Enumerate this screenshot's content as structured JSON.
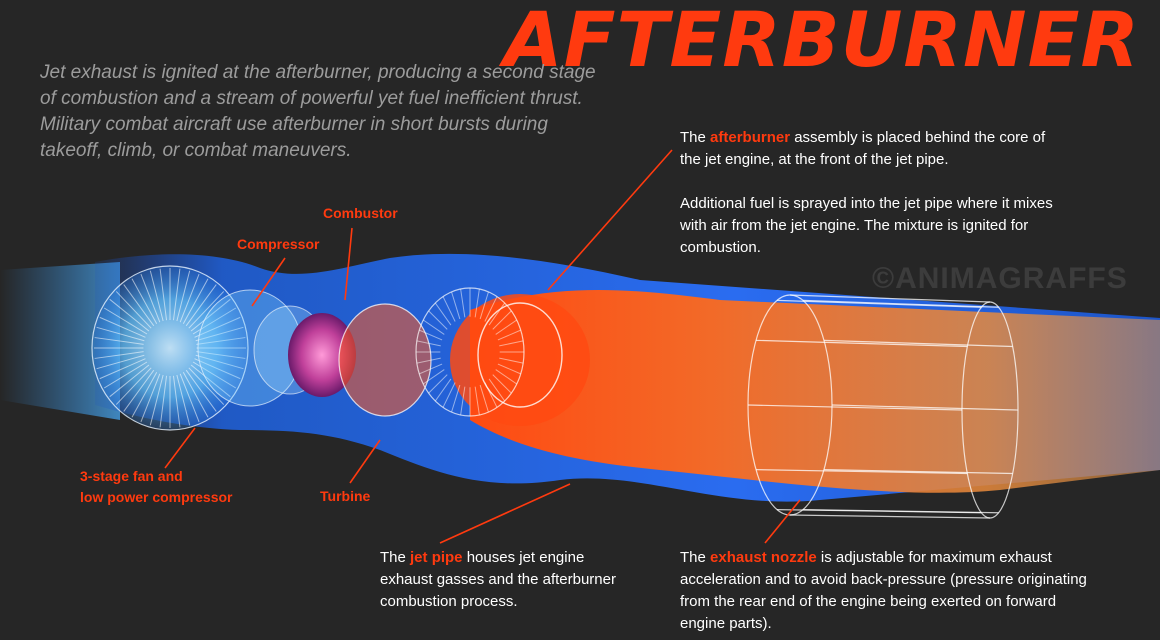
{
  "title": "AFTERBURNER",
  "intro": "Jet exhaust is ignited at the afterburner, producing a second stage of combustion and a stream of powerful yet fuel inefficient thrust. Military combat aircraft use afterburner in short bursts during takeoff, climb, or combat maneuvers.",
  "watermark": "©ANIMAGRAFFS",
  "labels": {
    "combustor": "Combustor",
    "compressor": "Compressor",
    "fan": [
      "3-stage fan and",
      "low power compressor"
    ],
    "turbine": "Turbine"
  },
  "notes": {
    "afterburner": {
      "pre": "The ",
      "hl": "afterburner",
      "post": " assembly is placed behind the core of the jet engine, at the front of the jet pipe.",
      "para2": "Additional fuel is sprayed into the jet pipe where it mixes with air from the jet engine. The mixture is ignited for combustion."
    },
    "jet_pipe": {
      "pre": "The ",
      "hl": "jet pipe",
      "post": " houses jet engine exhaust gasses and the afterburner combustion process."
    },
    "nozzle": {
      "pre": "The ",
      "hl": "exhaust nozzle",
      "post": " is adjustable for maximum exhaust acceleration and to avoid back-pressure (pressure originating from the rear end of the engine being exerted on forward engine parts)."
    }
  },
  "colors": {
    "accent": "#ff3a0f",
    "casing": "#1f5fd6",
    "exhaust": "#f07a30",
    "background": "#262626"
  }
}
